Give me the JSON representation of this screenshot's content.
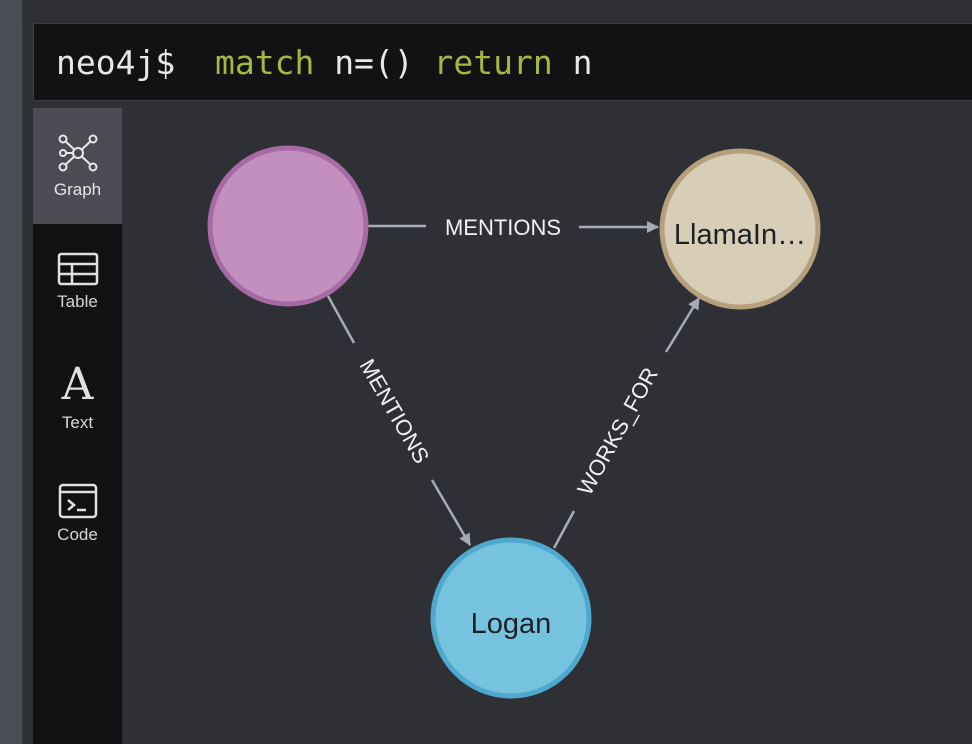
{
  "query": {
    "prompt": "neo4j$",
    "tokens": [
      "match",
      "n=()",
      "return",
      "n"
    ]
  },
  "sidebar": {
    "items": [
      {
        "label": "Graph",
        "icon": "graph-icon",
        "active": true
      },
      {
        "label": "Table",
        "icon": "table-icon",
        "active": false
      },
      {
        "label": "Text",
        "icon": "text-icon",
        "glyph": "A",
        "active": false
      },
      {
        "label": "Code",
        "icon": "code-icon",
        "active": false
      }
    ]
  },
  "graph": {
    "nodes": [
      {
        "id": "n0",
        "caption": "",
        "color": "#c28fbf",
        "border": "#a66aa4"
      },
      {
        "id": "n1",
        "caption": "LlamaIn…",
        "color": "#d8cdb6",
        "border": "#b59f7c"
      },
      {
        "id": "n2",
        "caption": "Logan",
        "color": "#76c3e0",
        "border": "#4fa9cf"
      }
    ],
    "relationships": [
      {
        "from": "n0",
        "to": "n1",
        "type": "MENTIONS"
      },
      {
        "from": "n0",
        "to": "n2",
        "type": "MENTIONS"
      },
      {
        "from": "n2",
        "to": "n1",
        "type": "WORKS_FOR"
      }
    ],
    "edge_color": "#a7abb3"
  }
}
